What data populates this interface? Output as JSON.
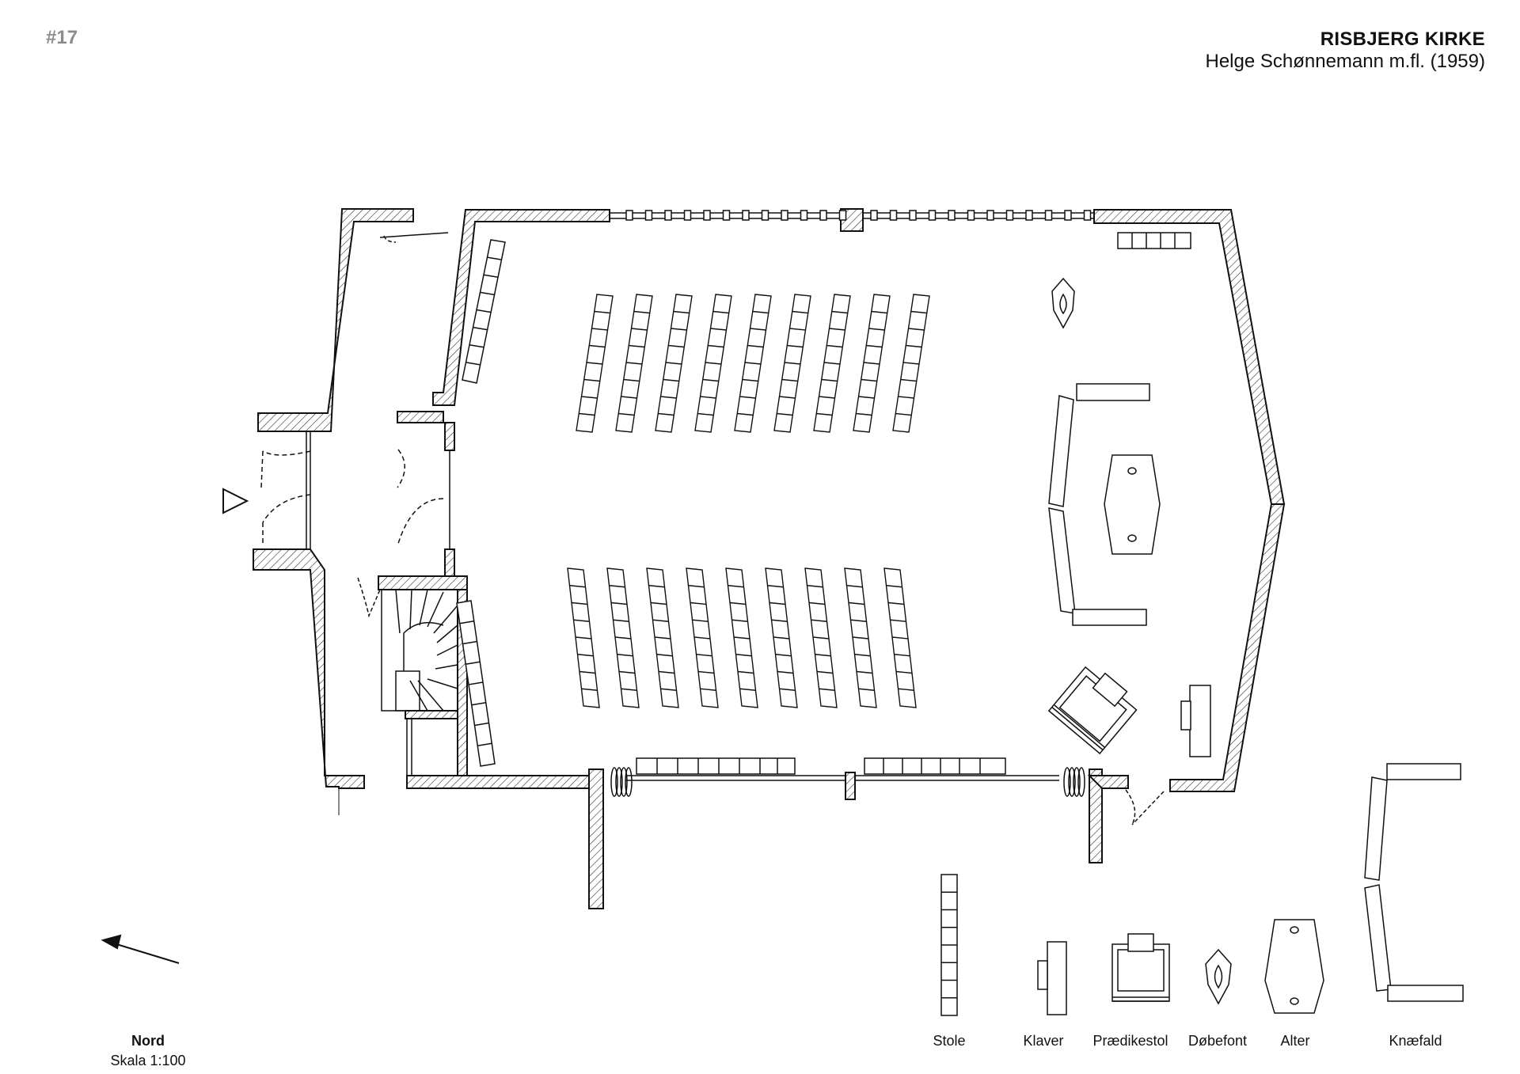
{
  "header": {
    "sheet_number": "#17",
    "title": "RISBJERG KIRKE",
    "subtitle": "Helge Schønnemann m.fl. (1959)"
  },
  "north": {
    "label": "Nord",
    "scale": "Skala 1:100"
  },
  "legend": {
    "items": [
      {
        "label": "Stole",
        "icon": "chair-row-icon"
      },
      {
        "label": "Klaver",
        "icon": "piano-icon"
      },
      {
        "label": "Prædikestol",
        "icon": "pulpit-icon"
      },
      {
        "label": "Døbefont",
        "icon": "baptismal-font-icon"
      },
      {
        "label": "Alter",
        "icon": "altar-icon"
      },
      {
        "label": "Knæfald",
        "icon": "kneeling-rail-icon"
      }
    ]
  },
  "colors": {
    "ink": "#111111",
    "hatch": "#333333",
    "muted_number": "#8c8c8c"
  }
}
